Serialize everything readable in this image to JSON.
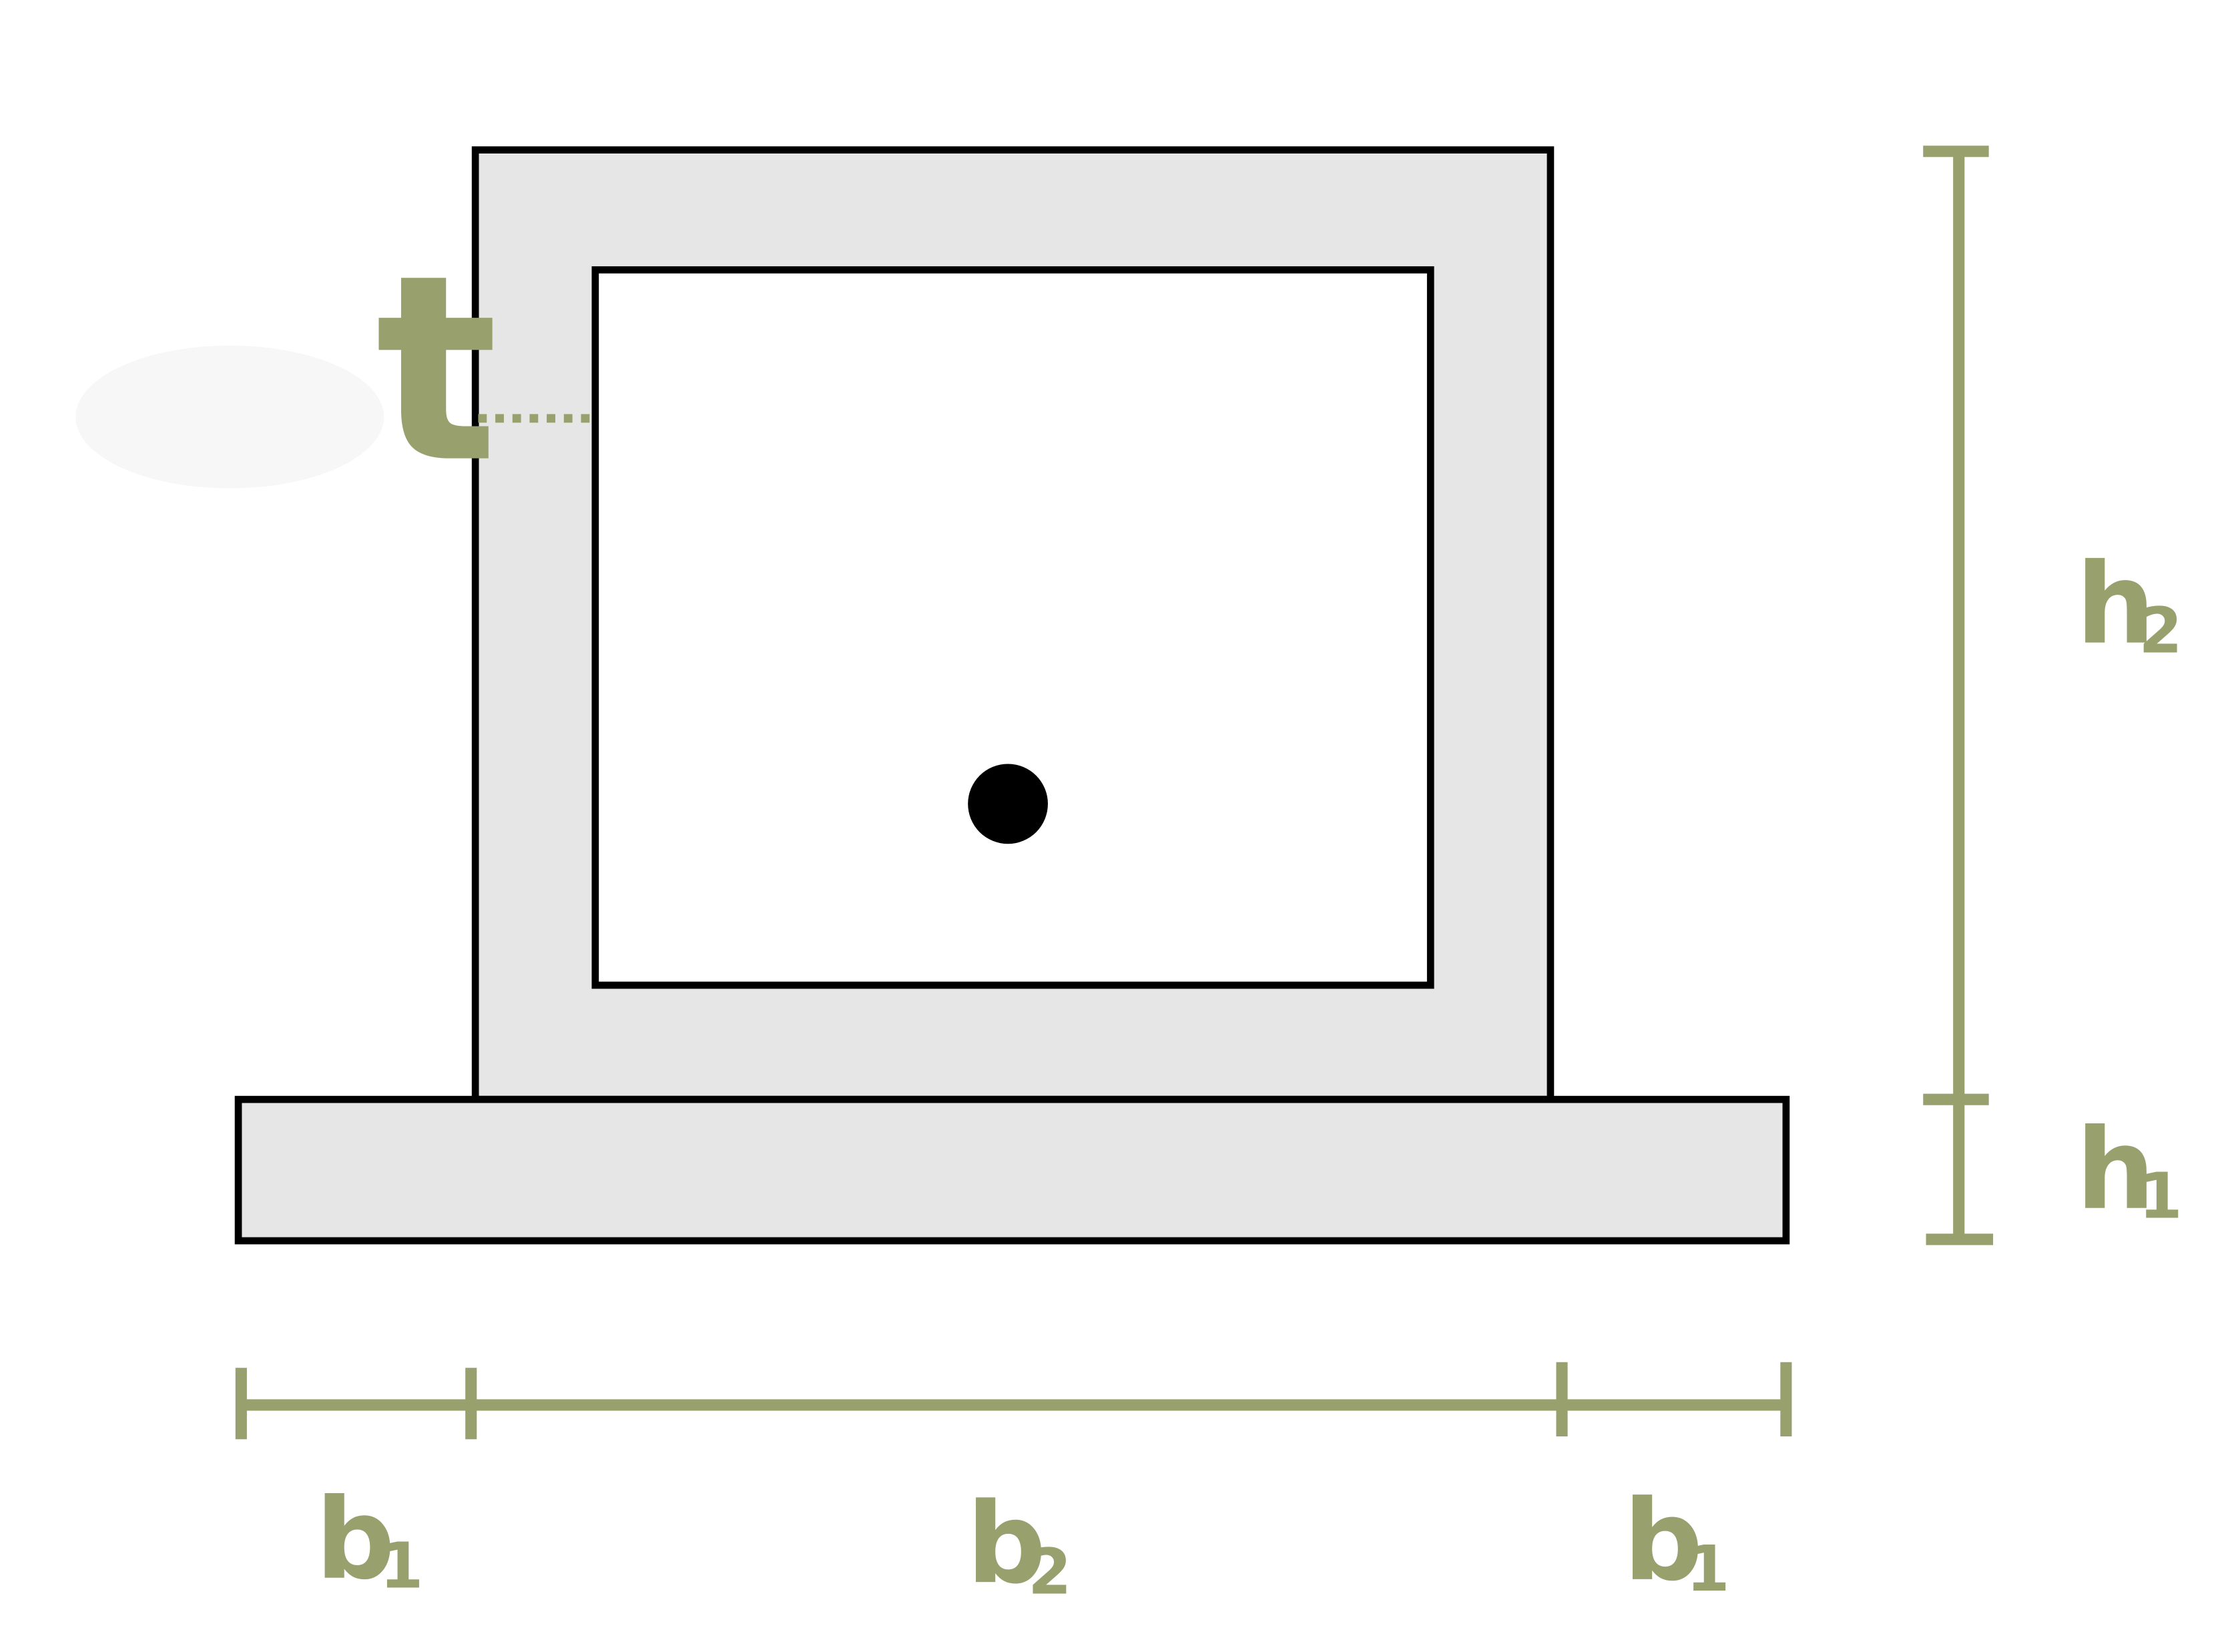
{
  "colors": {
    "dimension": "#98a06e",
    "section_fill": "#e6e6e6",
    "outline": "#000000",
    "void_fill": "#ffffff",
    "centroid": "#000000"
  },
  "labels": {
    "thickness": "t",
    "b1_left": {
      "main": "b",
      "sub": "1"
    },
    "b2": {
      "main": "b",
      "sub": "2"
    },
    "b1_right": {
      "main": "b",
      "sub": "1"
    },
    "h1": {
      "main": "h",
      "sub": "1"
    },
    "h2": {
      "main": "h",
      "sub": "2"
    }
  },
  "icons": {
    "centroid": "centroid-dot"
  }
}
